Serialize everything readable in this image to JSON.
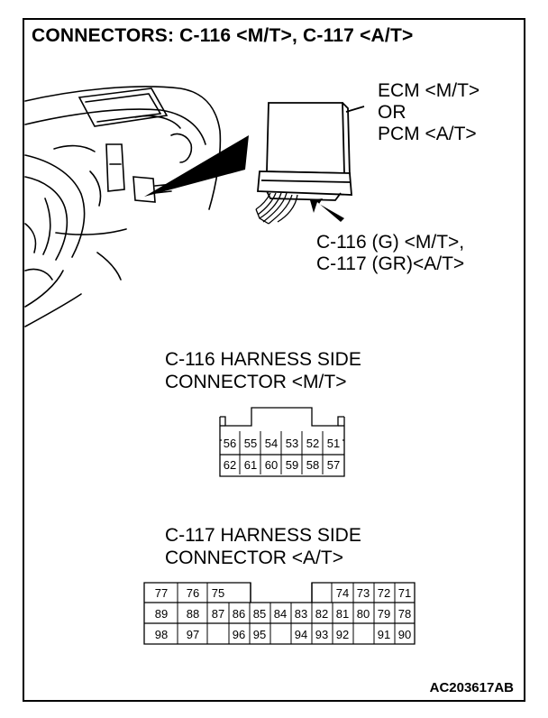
{
  "title": "CONNECTORS: C-116 <M/T>, C-117 <A/T>",
  "ecm_label": [
    "ECM <M/T>",
    "OR",
    "PCM <A/T>"
  ],
  "connector_callout": [
    "C-116 (G) <M/T>,",
    "C-117 (GR)<A/T>"
  ],
  "c116": {
    "heading": [
      "C-116 HARNESS SIDE",
      "CONNECTOR <M/T>"
    ],
    "rows": [
      [
        "56",
        "55",
        "54",
        "53",
        "52",
        "51"
      ],
      [
        "62",
        "61",
        "60",
        "59",
        "58",
        "57"
      ]
    ]
  },
  "c117": {
    "heading": [
      "C-117 HARNESS SIDE",
      "CONNECTOR <A/T>"
    ],
    "row1_left": [
      "77",
      "76",
      "75"
    ],
    "row1_right": [
      "74",
      "73",
      "72",
      "71"
    ],
    "row2": [
      "89",
      "88",
      "87",
      "86",
      "85",
      "84",
      "83",
      "82",
      "81",
      "80",
      "79",
      "78"
    ],
    "row3_left": [
      "98",
      "97"
    ],
    "row3_mid": [
      "96",
      "95",
      "94",
      "93",
      "92"
    ],
    "row3_right": [
      "91",
      "90"
    ]
  },
  "figure_code": "AC203617AB"
}
